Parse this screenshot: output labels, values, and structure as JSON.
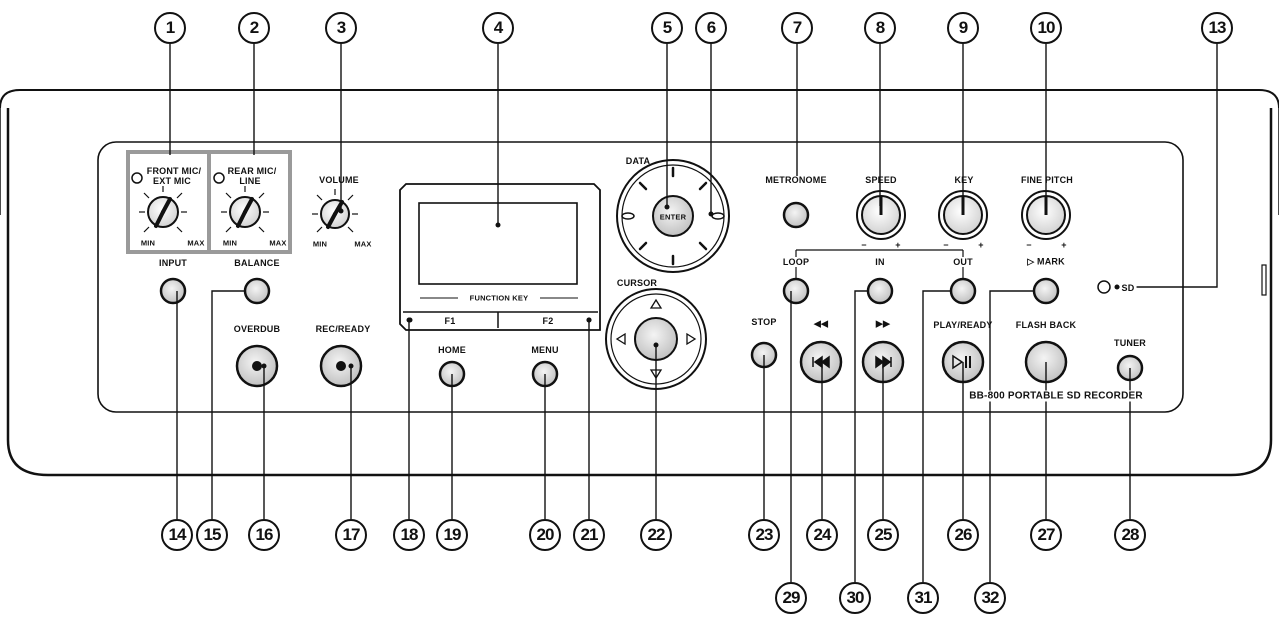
{
  "panel": {
    "front_mic_line1": "FRONT MIC/",
    "front_mic_line2": "EXT MIC",
    "rear_mic_line1": "REAR MIC/",
    "rear_mic_line2": "LINE",
    "volume": "VOLUME",
    "min": "MIN",
    "max": "MAX",
    "input": "INPUT",
    "balance": "BALANCE",
    "overdub": "OVERDUB",
    "rec_ready": "REC/READY",
    "function_key": "FUNCTION KEY",
    "f1": "F1",
    "f2": "F2",
    "home": "HOME",
    "menu": "MENU",
    "data": "DATA",
    "enter": "ENTER",
    "cursor": "CURSOR",
    "metronome": "METRONOME",
    "speed": "SPEED",
    "key": "KEY",
    "fine_pitch": "FINE PITCH",
    "minus": "−",
    "plus": "+",
    "loop": "LOOP",
    "in": "IN",
    "out": "OUT",
    "mark": "▷ MARK",
    "sd": "SD",
    "stop": "STOP",
    "rewind_symbol": "◀◀",
    "ffwd_symbol": "▶▶",
    "play_ready": "PLAY/READY",
    "flash_back": "FLASH BACK",
    "tuner": "TUNER",
    "model_text": "BB-800 PORTABLE SD RECORDER"
  },
  "callouts": [
    "1",
    "2",
    "3",
    "4",
    "5",
    "6",
    "7",
    "8",
    "9",
    "10",
    "13",
    "14",
    "15",
    "16",
    "17",
    "18",
    "19",
    "20",
    "21",
    "22",
    "23",
    "24",
    "25",
    "26",
    "27",
    "28",
    "29",
    "30",
    "31",
    "32"
  ]
}
